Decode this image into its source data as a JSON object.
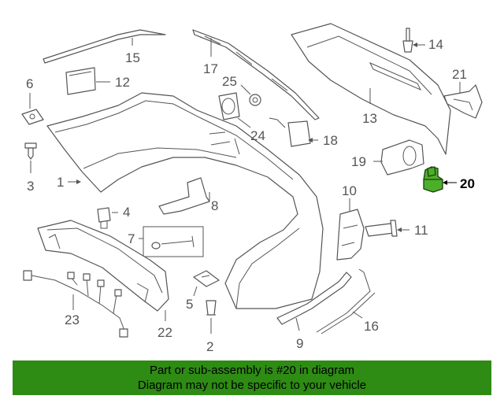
{
  "colors": {
    "highlight_part": "#4caf2a",
    "banner_background": "#2e8b14",
    "line_art": "#555555"
  },
  "highlighted_callout": "20",
  "callouts": {
    "c1": "1",
    "c2": "2",
    "c3": "3",
    "c4": "4",
    "c5": "5",
    "c6": "6",
    "c7": "7",
    "c8": "8",
    "c9": "9",
    "c10": "10",
    "c11": "11",
    "c12": "12",
    "c13": "13",
    "c14": "14",
    "c15": "15",
    "c16": "16",
    "c17": "17",
    "c18": "18",
    "c19": "19",
    "c20": "20",
    "c21": "21",
    "c22": "22",
    "c23": "23",
    "c24": "24",
    "c25": "25"
  },
  "footer": {
    "line1": "Part or sub-assembly is #20 in diagram",
    "line2": "Diagram may not be specific to your vehicle"
  }
}
